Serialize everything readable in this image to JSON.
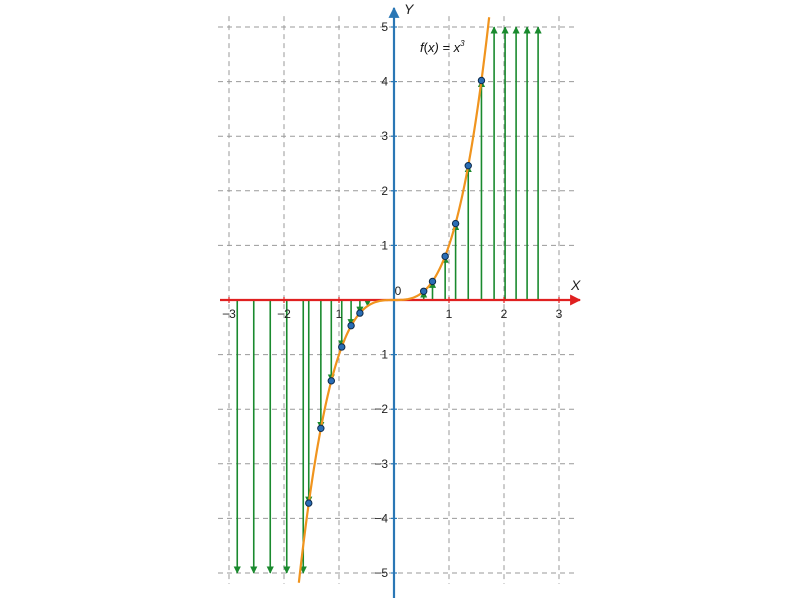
{
  "chart_data": {
    "type": "line",
    "title": "",
    "xlabel": "X",
    "ylabel": "Y",
    "function_label": {
      "prefix": "f",
      "paren_open": "(",
      "var": "x",
      "rest": ") = x",
      "exponent": "3"
    },
    "xlim": [
      -3.2,
      3.3
    ],
    "ylim": [
      -5.2,
      5.2
    ],
    "grid": true,
    "x_ticks": [
      -3,
      -2,
      -1,
      1,
      2,
      3
    ],
    "x_tick_labels": [
      "−3",
      "−2",
      "1",
      "1",
      "2",
      "3"
    ],
    "y_ticks": [
      -5,
      -4,
      -3,
      -2,
      -1,
      1,
      2,
      3,
      4,
      5
    ],
    "y_tick_labels": [
      "−5",
      "−4",
      "−3",
      "−2",
      "1",
      "1",
      "2",
      "3",
      "4",
      "5"
    ],
    "origin_label": "0",
    "curve": {
      "name": "",
      "function": "x^3",
      "x_range": [
        -1.73,
        1.73
      ]
    },
    "points": [
      {
        "x": -1.55,
        "y": -3.72
      },
      {
        "x": -1.33,
        "y": -2.35
      },
      {
        "x": -1.14,
        "y": -1.48
      },
      {
        "x": -0.95,
        "y": -0.86
      },
      {
        "x": -0.78,
        "y": -0.47
      },
      {
        "x": -0.62,
        "y": -0.24
      },
      {
        "x": 0.54,
        "y": 0.16
      },
      {
        "x": 0.7,
        "y": 0.34
      },
      {
        "x": 0.93,
        "y": 0.8
      },
      {
        "x": 1.12,
        "y": 1.4
      },
      {
        "x": 1.35,
        "y": 2.46
      },
      {
        "x": 1.59,
        "y": 4.02
      }
    ],
    "arrows": [
      {
        "x": -2.85,
        "to_y": -5
      },
      {
        "x": -2.55,
        "to_y": -5
      },
      {
        "x": -2.25,
        "to_y": -5
      },
      {
        "x": -1.95,
        "to_y": -5
      },
      {
        "x": -1.65,
        "to_y": -5
      },
      {
        "x": -1.55,
        "to_y": -3.72
      },
      {
        "x": -1.33,
        "to_y": -2.35
      },
      {
        "x": -1.14,
        "to_y": -1.48
      },
      {
        "x": -0.95,
        "to_y": -0.86
      },
      {
        "x": -0.78,
        "to_y": -0.47
      },
      {
        "x": -0.62,
        "to_y": -0.24
      },
      {
        "x": -0.48,
        "to_y": -0.11
      },
      {
        "x": 0.54,
        "to_y": 0.16
      },
      {
        "x": 0.7,
        "to_y": 0.34
      },
      {
        "x": 0.93,
        "to_y": 0.8
      },
      {
        "x": 1.12,
        "to_y": 1.4
      },
      {
        "x": 1.35,
        "to_y": 2.46
      },
      {
        "x": 1.59,
        "to_y": 4.02
      },
      {
        "x": 1.82,
        "to_y": 5
      },
      {
        "x": 2.02,
        "to_y": 5
      },
      {
        "x": 2.22,
        "to_y": 5
      },
      {
        "x": 2.42,
        "to_y": 5
      },
      {
        "x": 2.62,
        "to_y": 5
      }
    ],
    "colors": {
      "curve": "#f0941e",
      "arrows": "#1a8a2e",
      "x_axis": "#e02020",
      "y_axis": "#2a77b5",
      "points_fill": "#2a6db5",
      "points_stroke": "#0d2a4a",
      "grid": "#9a9a9a"
    }
  }
}
